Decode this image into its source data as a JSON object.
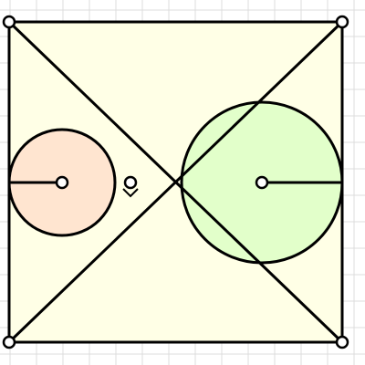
{
  "colors": {
    "background": "#ffffff",
    "grid": "#dcdcdc",
    "square_fill": "#ffffe6",
    "stroke": "#000000",
    "left_circle_fill": "#ffe5d0",
    "right_circle_fill": "#e2ffca",
    "point_fill": "#ffffff"
  },
  "figure": {
    "shapes": [
      "square",
      "diagonal",
      "diagonal",
      "circle",
      "circle",
      "radius",
      "radius",
      "right-angle-mark"
    ],
    "points": [
      "corner-top-left",
      "corner-top-right",
      "corner-bottom-left",
      "corner-bottom-right",
      "intersection-point",
      "left-circle-center",
      "right-circle-center"
    ]
  }
}
